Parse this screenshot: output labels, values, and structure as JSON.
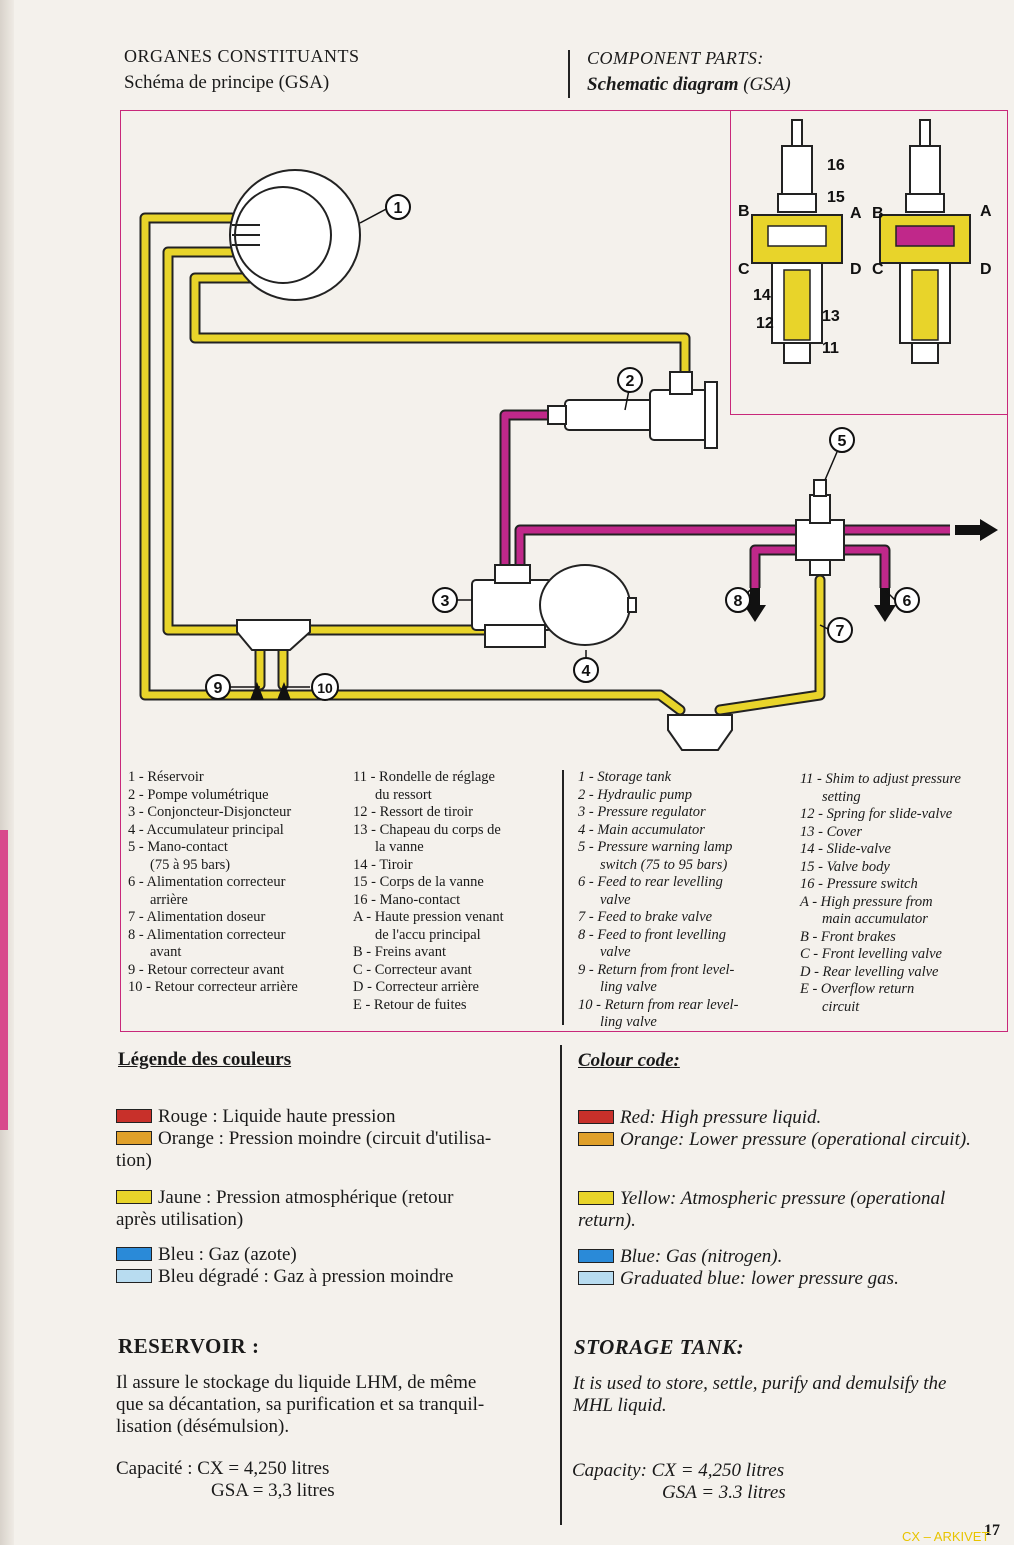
{
  "header": {
    "fr_title": "ORGANES CONSTITUANTS",
    "fr_subtitle": "Schéma de principe (GSA)",
    "en_title": "COMPONENT PARTS:",
    "en_subtitle": "Schematic diagram",
    "en_subtitle_paren": "(GSA)"
  },
  "diagram": {
    "callouts": [
      "1",
      "2",
      "3",
      "4",
      "5",
      "6",
      "7",
      "8",
      "9",
      "10"
    ],
    "valve_numbers": [
      "16",
      "15",
      "14",
      "13",
      "12",
      "11"
    ],
    "valve_letters": [
      "A",
      "B",
      "C",
      "D"
    ],
    "colors": {
      "yellow": "#e8d42a",
      "magenta": "#c0288a",
      "frame": "#c8287a"
    }
  },
  "legend_fr_1": [
    "1 - Réservoir",
    "2 - Pompe volumétrique",
    "3 - Conjoncteur-Disjoncteur",
    "4 - Accumulateur principal",
    "5 - Mano-contact",
    "(75 à 95 bars)",
    "6 - Alimentation correcteur",
    "arrière",
    "7 - Alimentation doseur",
    "8 - Alimentation correcteur",
    "avant",
    "9 - Retour correcteur avant",
    "10 - Retour correcteur arrière"
  ],
  "legend_fr_2": [
    "11 - Rondelle de réglage",
    "du ressort",
    "12 - Ressort de tiroir",
    "13 - Chapeau du corps de",
    "la vanne",
    "14 - Tiroir",
    "15 - Corps de la vanne",
    "16 - Mano-contact",
    "A - Haute pression venant",
    "de l'accu principal",
    "B - Freins avant",
    "C - Correcteur avant",
    "D - Correcteur arrière",
    "E - Retour de fuites"
  ],
  "legend_en_1": [
    "1 - Storage tank",
    "2 - Hydraulic pump",
    "3 - Pressure regulator",
    "4 - Main accumulator",
    "5 - Pressure warning lamp",
    "switch (75 to 95 bars)",
    "6 - Feed to rear levelling",
    "valve",
    "7 - Feed to brake valve",
    "8 - Feed to front levelling",
    "valve",
    "9 - Return from front level-",
    "ling valve",
    "10 - Return from rear level-",
    "ling valve"
  ],
  "legend_en_2": [
    "11 - Shim to adjust pressure",
    "setting",
    "12 - Spring for slide-valve",
    "13 - Cover",
    "14 - Slide-valve",
    "15 - Valve body",
    "16 - Pressure switch",
    "A - High pressure from",
    "main accumulator",
    "B - Front brakes",
    "C - Front levelling valve",
    "D - Rear levelling valve",
    "E - Overflow return",
    "circuit"
  ],
  "colour_code": {
    "fr_title": "Légende des couleurs",
    "en_title": "Colour code:",
    "fr": [
      {
        "color": "#c8302a",
        "text": "Rouge : Liquide haute pression"
      },
      {
        "color": "#e0a02a",
        "text": "Orange : Pression moindre (circuit d'utilisa-",
        "cont": "tion)"
      },
      {
        "color": "#e8d42a",
        "text": "Jaune : Pression atmosphérique (retour",
        "cont": "après utilisation)"
      },
      {
        "color": "#2a8ad8",
        "text": "Bleu : Gaz (azote)"
      },
      {
        "color": "#b8dcf0",
        "text": "Bleu dégradé : Gaz à pression moindre"
      }
    ],
    "en": [
      {
        "color": "#c8302a",
        "text": "Red: High pressure liquid."
      },
      {
        "color": "#e0a02a",
        "text": "Orange: Lower pressure (operational circuit)."
      },
      {
        "color": "#e8d42a",
        "text": "Yellow: Atmospheric pressure (operational",
        "cont": "return)."
      },
      {
        "color": "#2a8ad8",
        "text": "Blue: Gas (nitrogen)."
      },
      {
        "color": "#b8dcf0",
        "text": "Graduated blue: lower pressure gas."
      }
    ]
  },
  "storage": {
    "fr_title": "RESERVOIR :",
    "fr_body_1": "Il assure le stockage du liquide LHM, de même",
    "fr_body_2": "que sa décantation, sa purification et sa tranquil-",
    "fr_body_3": "lisation (désémulsion).",
    "fr_cap_1": "Capacité : CX = 4,250 litres",
    "fr_cap_2": "GSA = 3,3 litres",
    "en_title": "STORAGE TANK:",
    "en_body_1": "It is used to store, settle, purify and demulsify the",
    "en_body_2": "MHL liquid.",
    "en_cap_1": "Capacity: CX = 4,250 litres",
    "en_cap_2": "GSA = 3.3 litres"
  },
  "footer": {
    "page": "17",
    "watermark": "CX – ARKIVET"
  }
}
